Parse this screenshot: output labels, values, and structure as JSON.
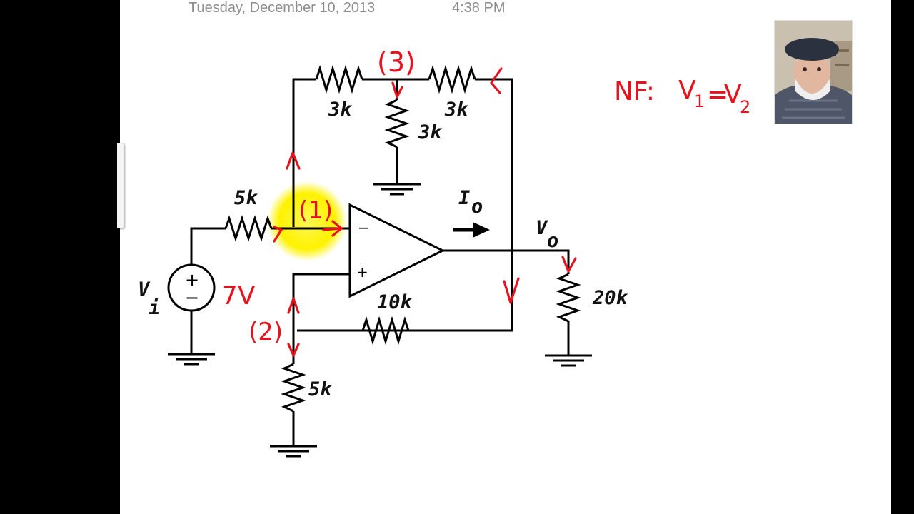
{
  "header": {
    "date": "Tuesday, December 10, 2013",
    "time": "4:38 PM"
  },
  "circuit": {
    "resistors": {
      "r_top_left": "3k",
      "r_top_right": "3k",
      "r_shunt": "3k",
      "r_input": "5k",
      "r_feedback": "10k",
      "r_ground": "5k",
      "r_load": "20k"
    },
    "source_label": "V",
    "source_subscript": "i",
    "output_label": "V",
    "output_subscript": "o",
    "current_label": "I",
    "current_subscript": "o",
    "opamp_minus": "−",
    "opamp_plus": "+",
    "source_plus": "+",
    "source_minus": "−"
  },
  "annotations": {
    "node1": "(1)",
    "node2": "(2)",
    "node3": "(3)",
    "voltage": "7V",
    "nf_text": "NF:",
    "nf_v1": "V",
    "nf_sub1": "1",
    "nf_eq": "=",
    "nf_v2": "V",
    "nf_sub2": "2",
    "highlight_color": "#ffff3a",
    "ink_color": "#e8121d"
  },
  "webcam": {
    "icon": "presenter-video-feed"
  }
}
